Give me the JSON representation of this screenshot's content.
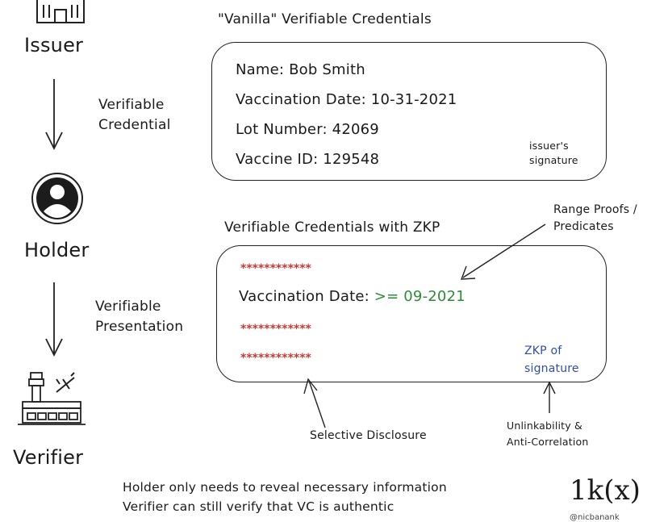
{
  "roles": {
    "issuer": "Issuer",
    "holder": "Holder",
    "verifier": "Verifier"
  },
  "flows": {
    "credential_line1": "Verifiable",
    "credential_line2": "Credential",
    "presentation_line1": "Verifiable",
    "presentation_line2": "Presentation"
  },
  "vanilla_card": {
    "title": "\"Vanilla\" Verifiable Credentials",
    "fields": [
      "Name: Bob Smith",
      "Vaccination Date: 10-31-2021",
      "Lot Number: 42069",
      "Vaccine ID: 129548"
    ],
    "signature_line1": "issuer's",
    "signature_line2": "signature"
  },
  "zkp_card": {
    "title": "Verifiable Credentials with ZKP",
    "hidden_1": "************",
    "date_label": "Vaccination Date:",
    "date_value": ">= 09-2021",
    "hidden_2": "************",
    "hidden_3": "************",
    "zkp_line1": "ZKP of",
    "zkp_line2": "signature"
  },
  "annotations": {
    "range_line1": "Range Proofs /",
    "range_line2": "Predicates",
    "selective": "Selective Disclosure",
    "unlink_line1": "Unlinkability &",
    "unlink_line2": "Anti-Correlation"
  },
  "footer": {
    "line1": "Holder only needs to reveal necessary information",
    "line2": "Verifier can still verify that VC is authentic",
    "logo": "1k(x)",
    "handle": "@nicbanank"
  },
  "colors": {
    "green": "#2e8b3a",
    "red": "#c63b34",
    "blue": "#2f4ea8"
  }
}
